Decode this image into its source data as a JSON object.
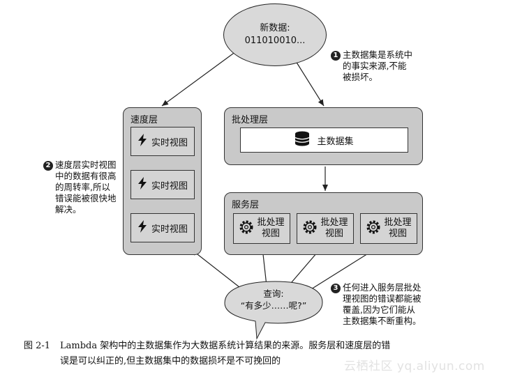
{
  "new_data": {
    "line1": "新数据:",
    "line2": "011010010..."
  },
  "speed_layer": {
    "title": "速度层",
    "views": [
      "实时视图",
      "实时视图",
      "实时视图"
    ]
  },
  "batch_layer": {
    "title": "批处理层",
    "master_dataset": "主数据集"
  },
  "serving_layer": {
    "title": "服务层",
    "views": [
      {
        "line1": "批处理",
        "line2": "视图"
      },
      {
        "line1": "批处理",
        "line2": "视图"
      },
      {
        "line1": "批处理",
        "line2": "视图"
      }
    ]
  },
  "query": {
    "line1": "查询:",
    "line2": "“有多少……呢?”"
  },
  "notes": {
    "n1": {
      "badge": "1",
      "lines": [
        "主数据集是系统中",
        "的事实来源,不能",
        "被损坏。"
      ]
    },
    "n2": {
      "badge": "2",
      "lines": [
        "速度层实时视图",
        "中的数据有很高",
        "的周转率,所以",
        "错误能被很快地",
        "解决。"
      ]
    },
    "n3": {
      "badge": "3",
      "lines": [
        "任何进入服务层批处",
        "理视图的错误都能被",
        "覆盖,因为它们能从",
        "主数据集不断重构。"
      ]
    }
  },
  "caption": {
    "label": "图 2-1",
    "line1": "Lambda 架构中的主数据集作为大数据系统计算结果的来源。服务层和速度层的错",
    "line2": "误是可以纠正的,但主数据集中的数据损坏是不可挽回的"
  },
  "watermark": "云栖社区 yq.aliyun.com",
  "colors": {
    "panel": "#c9c9c9",
    "view": "#d4d4d4",
    "oval": "#d9d9d9",
    "line": "#222222"
  }
}
